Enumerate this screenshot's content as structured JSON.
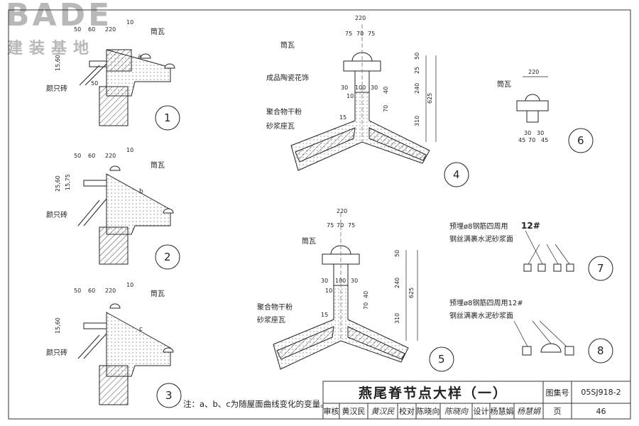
{
  "logo": {
    "main": "BADE",
    "sub": "建装基地"
  },
  "labels": {
    "tong_wa": "筒瓦",
    "yan_zhi_zhuan": "颜只砖",
    "ceramic": "成品陶瓷花饰",
    "polymer": "聚合物干粉",
    "mortar": "砂浆座瓦",
    "embed_7": "预埋ø8钢筋四周用",
    "embed_7_num": "12#",
    "embed_8": "预埋ø8钢筋四周用12#",
    "steel_wire": "钢丝满裹水泥砂浆面"
  },
  "dims": {
    "d10": "10",
    "d50": "50",
    "d60": "60",
    "d220": "220",
    "d15": "15",
    "d25": "25",
    "d75": "75",
    "d70": "70",
    "d30": "30",
    "d100": "100",
    "d40": "40",
    "d240": "240",
    "d625": "625",
    "d310": "310",
    "d45": "45",
    "d1560": "15,60",
    "d2560": "25,60",
    "d1575": "15,75",
    "a": "a",
    "b": "b",
    "c": "c"
  },
  "details": [
    "1",
    "2",
    "3",
    "4",
    "5",
    "6",
    "7",
    "8"
  ],
  "note": "注：a、b、c为随屋面曲线变化的变量。",
  "title_block": {
    "title": "燕尾脊节点大样（一）",
    "atlas_label": "图集号",
    "atlas_no": "05SJ918-2",
    "review_label": "审核",
    "reviewer": "黄汉民",
    "reviewer_sig": "黄汉民",
    "check_label": "校对",
    "checker": "陈晓向",
    "checker_sig": "陈晓向",
    "design_label": "设计",
    "designer": "杨慧娟",
    "designer_sig": "杨慧娟",
    "page_label": "页",
    "page_no": "46"
  }
}
